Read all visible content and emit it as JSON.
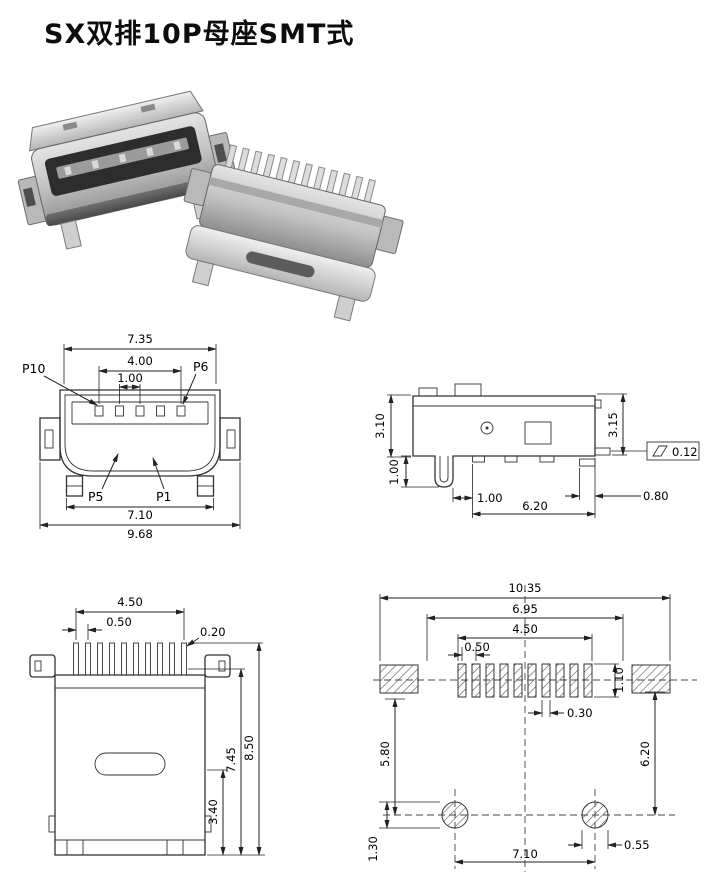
{
  "title": "SX双排10P母座SMT式",
  "front_view": {
    "dim_top_width": "7.35",
    "dim_pin_span": "4.00",
    "dim_pin_pitch": "1.00",
    "label_p10": "P10",
    "label_p6": "P6",
    "label_p5": "P5",
    "label_p1": "P1",
    "dim_leg_span": "7.10",
    "dim_overall_width": "9.68"
  },
  "side_view": {
    "dim_height_left": "3.10",
    "dim_height_right": "3.15",
    "dim_thickness": "0.12",
    "dim_leg_depth": "1.00",
    "dim_leg_offset": "1.00",
    "dim_body_depth": "6.20",
    "dim_pad_length": "0.80"
  },
  "bottom_view": {
    "dim_pin_span": "4.50",
    "dim_pin_pitch": "0.50",
    "dim_pin_width": "0.20",
    "dim_depth_inner": "7.45",
    "dim_depth_overall": "8.50",
    "dim_slot_offset": "3.40"
  },
  "footprint_view": {
    "dim_overall": "10.35",
    "dim_pad_outer": "6.95",
    "dim_pad_span": "4.50",
    "dim_pad_pitch": "0.50",
    "dim_pad_height": "1.10",
    "dim_pad_width": "0.30",
    "dim_hole_offset_left": "5.80",
    "dim_hole_offset_right": "6.20",
    "dim_hole_length": "1.30",
    "dim_hole_span": "7.10",
    "dim_hole_width": "0.55"
  }
}
